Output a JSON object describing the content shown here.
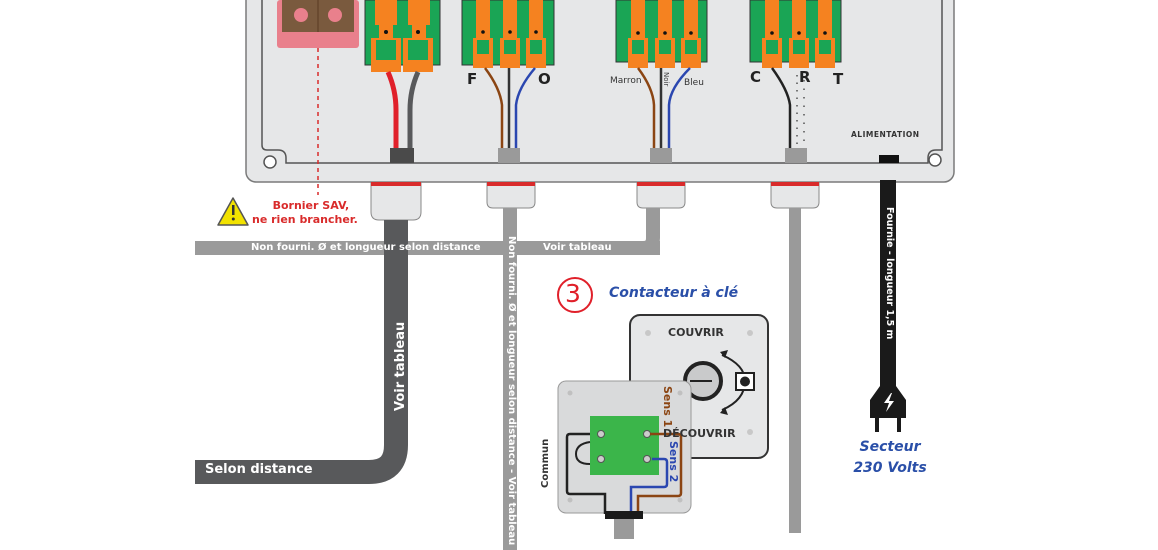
{
  "diagram": {
    "title": "Schéma de raccordement - coffret électrique",
    "terminal_labels": {
      "fo": [
        "F",
        "O"
      ],
      "wires": [
        "Marron",
        "Noir",
        "Bleu"
      ],
      "crt": [
        "C",
        "R",
        "T"
      ]
    },
    "alimentation_label": "ALIMENTATION",
    "warning": {
      "icon": "warning-triangle-icon",
      "line1": "Bornier SAV,",
      "line2": "ne rien brancher."
    },
    "cable_labels": {
      "horizontal_left": "Non fourni. Ø et longueur selon distance",
      "horizontal_right": "Voir tableau",
      "vertical_middle": "Non fourni. Ø et longueur selon distance - Voir tableau",
      "vertical_left": "Voir tableau",
      "bottom_left": "Selon distance",
      "power_cable": "Fournie - longueur 1,5 m"
    },
    "key_switch": {
      "number": "3",
      "title": "Contacteur à clé",
      "top_label": "COUVRIR",
      "bottom_label": "DÉCOUVRIR",
      "commun": "Commun",
      "sens1": "Sens 1",
      "sens2": "Sens 2"
    },
    "power": {
      "icon": "plug-icon",
      "line1": "Secteur",
      "line2": "230 Volts"
    },
    "colors": {
      "box_fill": "#e6e7e8",
      "terminal_green": "#1aa555",
      "terminal_orange": "#f58220",
      "warning_red": "#d92b2b",
      "label_blue": "#2a4fa8",
      "cable_grey": "#9a9a9a",
      "cable_dark": "#58595b",
      "wire_brown": "#8b4513",
      "wire_blue": "#2b47b0",
      "wire_red": "#e0202a"
    }
  }
}
